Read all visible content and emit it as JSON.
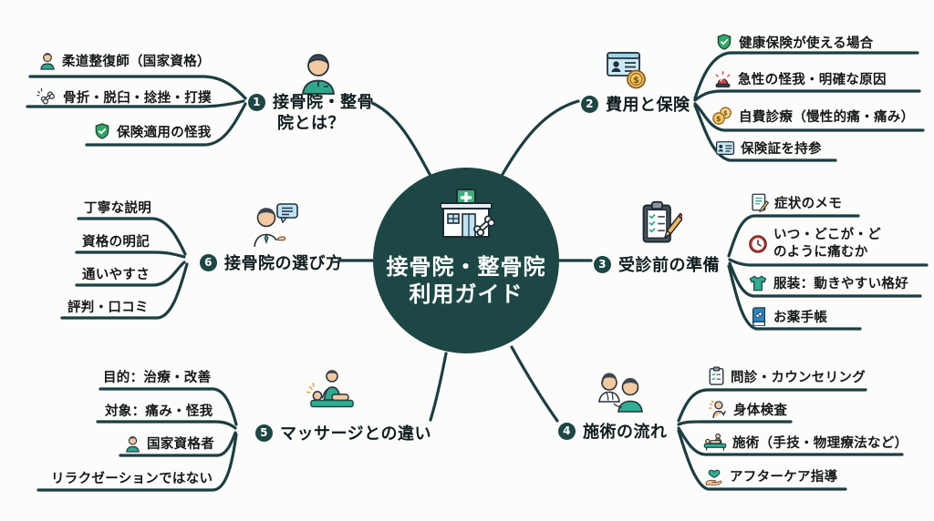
{
  "center": {
    "title_line1": "接骨院・整骨院",
    "title_line2": "利用ガイド",
    "icon": "clinic-building-icon"
  },
  "branches": [
    {
      "number": "1",
      "title": "接骨院・整骨院とは？",
      "title_line1": "接骨院・整骨",
      "title_line2": "院とは？",
      "icon": "practitioner-icon",
      "items": [
        {
          "label": "柔道整復師（国家資格）",
          "icon": "person-icon"
        },
        {
          "label": "骨折・脱臼・捻挫・打撲",
          "icon": "bone-icon"
        },
        {
          "label": "保険適用の怪我",
          "icon": "shield-check-icon"
        }
      ]
    },
    {
      "number": "2",
      "title": "費用と保険",
      "icon": "id-card-coin-icon",
      "items": [
        {
          "label": "健康保険が使える場合",
          "icon": "shield-check-icon"
        },
        {
          "label": "急性の怪我・明確な原因",
          "icon": "siren-icon"
        },
        {
          "label": "自費診療（慢性的痛・痛み）",
          "icon": "coins-icon"
        },
        {
          "label": "保険証を持参",
          "icon": "id-card-icon"
        }
      ]
    },
    {
      "number": "3",
      "title": "受診前の準備",
      "icon": "clipboard-pencil-icon",
      "items": [
        {
          "label": "症状のメモ",
          "icon": "memo-icon"
        },
        {
          "label": "いつ・どこが・どのように痛むか",
          "line1": "いつ・どこが・ど",
          "line2": "のように痛むか",
          "icon": "clock-icon"
        },
        {
          "label": "服装：動きやすい格好",
          "icon": "tshirt-icon"
        },
        {
          "label": "お薬手帳",
          "icon": "medicine-book-icon"
        }
      ]
    },
    {
      "number": "4",
      "title": "施術の流れ",
      "icon": "doctor-patient-icon",
      "items": [
        {
          "label": "問診・カウンセリング",
          "icon": "clipboard-icon"
        },
        {
          "label": "身体検査",
          "icon": "body-check-icon"
        },
        {
          "label": "施術（手技・物理療法など）",
          "icon": "massage-table-icon"
        },
        {
          "label": "アフターケア指導",
          "icon": "hand-heart-icon"
        }
      ]
    },
    {
      "number": "5",
      "title": "マッサージとの違い",
      "icon": "massage-icon",
      "items": [
        {
          "label": "目的：治療・改善"
        },
        {
          "label": "対象：痛み・怪我"
        },
        {
          "label": "国家資格者",
          "icon": "person-icon"
        },
        {
          "label": "リラクゼーションではない"
        }
      ]
    },
    {
      "number": "6",
      "title": "接骨院の選び方",
      "icon": "consult-person-icon",
      "items": [
        {
          "label": "丁寧な説明"
        },
        {
          "label": "資格の明記"
        },
        {
          "label": "通いやすさ"
        },
        {
          "label": "評判・口コミ"
        }
      ]
    }
  ],
  "colors": {
    "line": "#1c3e43",
    "center_node": "#1d4744",
    "accent_green": "#2fa88c",
    "background": "#fcfcfa"
  }
}
